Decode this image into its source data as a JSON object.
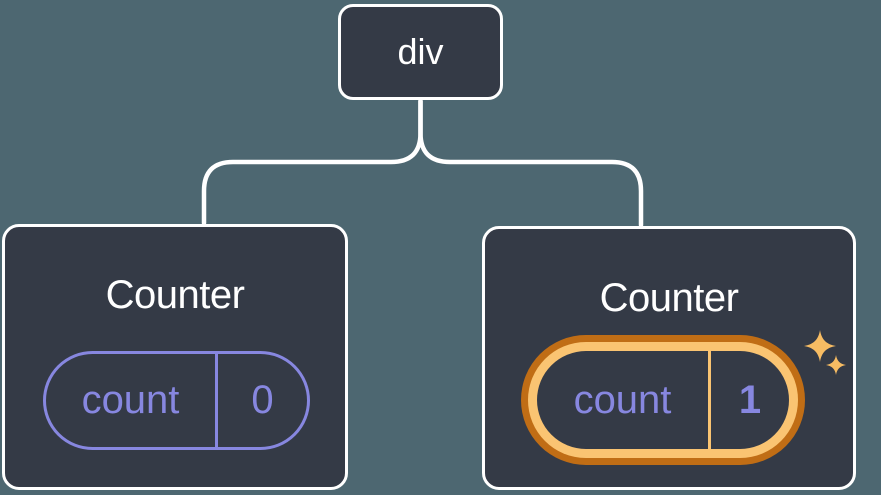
{
  "diagram": {
    "root": {
      "label": "div"
    },
    "children": [
      {
        "title": "Counter",
        "state": {
          "name": "count",
          "value": "0"
        },
        "highlighted": false
      },
      {
        "title": "Counter",
        "state": {
          "name": "count",
          "value": "1"
        },
        "highlighted": true
      }
    ]
  },
  "icons": {
    "sparkles": "sparkles-icon"
  },
  "colors": {
    "background": "#4d6771",
    "node-bg": "#343a46",
    "node-border": "#ffffff",
    "connector": "#ffffff",
    "text": "#ffffff",
    "state": "#8787e0",
    "highlight-outer": "#c06d15",
    "highlight-inner": "#fac472",
    "sparkle": "#f7bc63"
  }
}
